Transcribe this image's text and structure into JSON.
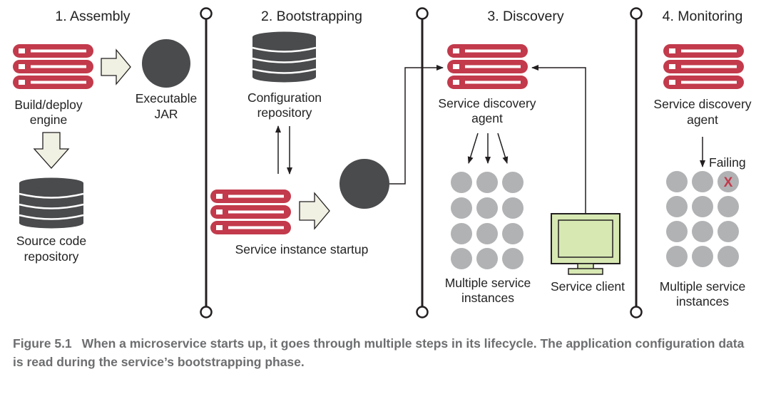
{
  "phases": [
    "1. Assembly",
    "2. Bootstrapping",
    "3. Discovery",
    "4. Monitoring"
  ],
  "labels": {
    "build_engine": [
      "Build/deploy",
      "engine"
    ],
    "executable_jar": [
      "Executable",
      "JAR"
    ],
    "source_repo": [
      "Source code",
      "repository"
    ],
    "config_repo": [
      "Configuration",
      "repository"
    ],
    "instance_startup": "Service instance startup",
    "discovery_agent_3": [
      "Service discovery",
      "agent"
    ],
    "multiple_instances_3": [
      "Multiple service",
      "instances"
    ],
    "service_client": "Service client",
    "discovery_agent_4": [
      "Service discovery",
      "agent"
    ],
    "failing": "Failing",
    "failed_mark": "X",
    "multiple_instances_4": [
      "Multiple service",
      "instances"
    ]
  },
  "caption": {
    "figure": "Figure 5.1",
    "text": "When a microservice starts up, it goes through multiple steps in its lifecycle. The application configuration data is read during the service’s bootstrapping phase."
  },
  "colors": {
    "server_red": "#c23a4b",
    "dark_node": "#4a4b4d",
    "instance_gray": "#b1b2b4",
    "monitor_green": "#d7e8b3",
    "line": "#231f20"
  }
}
